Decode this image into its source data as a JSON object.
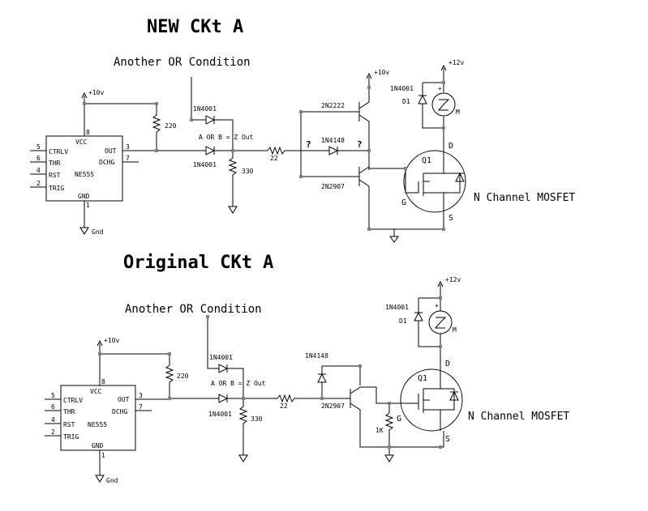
{
  "top": {
    "title": "NEW CKt A",
    "or_label": "Another OR Condition",
    "vcc_10v": "+10v",
    "vcc_10v_b": "+10v",
    "vcc_12v": "+12v",
    "chip": {
      "vcc": "VCC",
      "ctrl": "CTRLV",
      "thr": "THR",
      "rst": "RST",
      "trig": "TRIG",
      "gnd": "GND",
      "out": "OUT",
      "dchg": "DCHG",
      "name": "NE555",
      "p5": "5",
      "p6": "6",
      "p4": "4",
      "p2": "2",
      "p8": "8",
      "p3": "3",
      "p7": "7",
      "p1": "1"
    },
    "gnd_label": "Gnd",
    "r220": "220",
    "d_1n4001_a": "1N4001",
    "d_1n4001_b": "1N4001",
    "aorb": "A OR B = Z Out",
    "r330": "330",
    "r22": "22",
    "q_mark_1": "?",
    "q_mark_2": "?",
    "d_1n4148": "1N4148",
    "q_2n2222": "2N2222",
    "q_2n2907": "2N2907",
    "d1_part": "1N4001",
    "d1_ref": "D1",
    "motor": "M",
    "q1": "Q1",
    "pin_d": "D",
    "pin_g": "G",
    "pin_s": "S",
    "mosfet_label": "N Channel MOSFET"
  },
  "bottom": {
    "title": "Original CKt A",
    "or_label": "Another OR Condition",
    "vcc_10v": "+10v",
    "vcc_12v": "+12v",
    "chip": {
      "vcc": "VCC",
      "ctrl": "CTRLV",
      "thr": "THR",
      "rst": "RST",
      "trig": "TRIG",
      "gnd": "GND",
      "out": "OUT",
      "dchg": "DCHG",
      "name": "NE555",
      "p5": "5",
      "p6": "6",
      "p4": "4",
      "p2": "2",
      "p8": "8",
      "p3": "3",
      "p7": "7",
      "p1": "1"
    },
    "gnd_label": "Gnd",
    "r220": "220",
    "d_1n4001_a": "1N4001",
    "d_1n4001_b": "1N4001",
    "aorb": "A OR B = Z Out",
    "r330": "330",
    "r22": "22",
    "d_1n4148": "1N4148",
    "q_2n2907": "2N2907",
    "r1k": "1K",
    "d1_part": "1N4001",
    "d1_ref": "D1",
    "motor": "M",
    "q1": "Q1",
    "pin_d": "D",
    "pin_g": "G",
    "pin_s": "S",
    "mosfet_label": "N Channel MOSFET"
  }
}
